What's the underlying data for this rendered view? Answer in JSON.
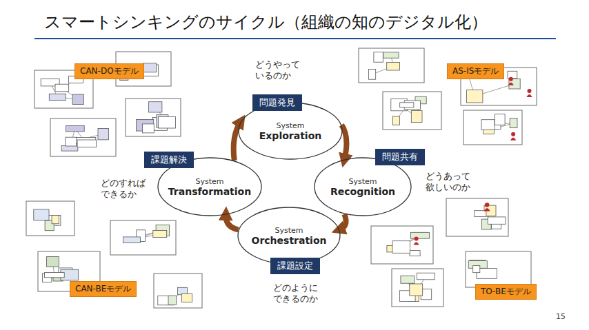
{
  "diagram": {
    "title": "スマートシンキングのサイクル（組織の知のデジタル化）",
    "nodes": [
      {
        "text": [
          "CAN-DOモデル"
        ]
      },
      {
        "text": [
          "問題発見"
        ]
      },
      {
        "text": [
          "System",
          "Exploration"
        ]
      },
      {
        "text": [
          "AS-ISモデル"
        ]
      },
      {
        "text": [
          "課題解決"
        ]
      },
      {
        "text": [
          "問題共有"
        ]
      },
      {
        "text": [
          "System",
          "Transformation"
        ]
      },
      {
        "text": [
          "System",
          "Recognition"
        ]
      },
      {
        "text": [
          "System",
          "Orchestration"
        ]
      },
      {
        "text": [
          "課題設定"
        ]
      },
      {
        "text": [
          "CAN-BEモデル"
        ]
      },
      {
        "text": [
          "TO-BEモデル"
        ]
      }
    ],
    "edges": [
      {
        "from": 6,
        "to": 2,
        "arrow": "to"
      },
      {
        "from": 2,
        "to": 7,
        "arrow": "to"
      },
      {
        "from": 7,
        "to": 8,
        "arrow": "to"
      },
      {
        "from": 8,
        "to": 6,
        "arrow": "to"
      }
    ],
    "labels": [
      "どうやって いるのか",
      "どうあって 欲しいのか",
      "どのように できるのか",
      "どのすれば できるか",
      "15"
    ]
  }
}
